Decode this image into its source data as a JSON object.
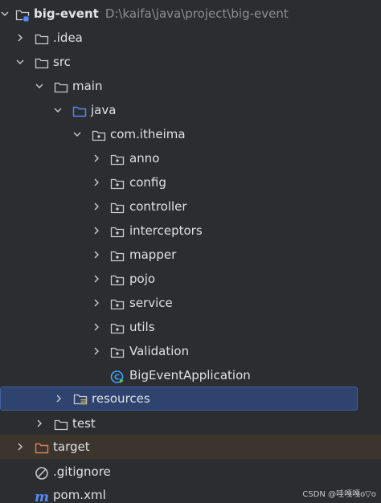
{
  "project_tree": {
    "root": {
      "name": "big-event",
      "path": "D:\\kaifa\\java\\project\\big-event"
    },
    "idea": ".idea",
    "src": "src",
    "main": "main",
    "java": "java",
    "package": "com.itheima",
    "packages": [
      "anno",
      "config",
      "controller",
      "interceptors",
      "mapper",
      "pojo",
      "service",
      "utils",
      "Validation"
    ],
    "app_class": "BigEventApplication",
    "resources": "resources",
    "test": "test",
    "target": "target",
    "gitignore": ".gitignore",
    "pom": "pom.xml"
  },
  "watermark": "CSDN @哇嘎嘎o▽o",
  "colors": {
    "background": "#2b2d30",
    "selected_row": "#2e436e",
    "excluded_row": "#3b352d",
    "java_folder": "#548af7",
    "target_folder": "#d9815a",
    "app_icon": "#3ea3ff",
    "run_marker": "#5fb865"
  }
}
